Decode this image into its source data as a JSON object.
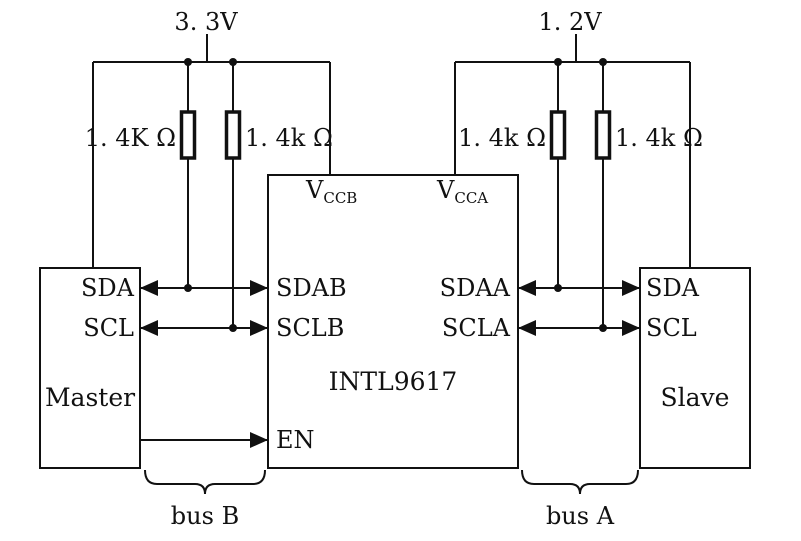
{
  "supplies": {
    "left": "3. 3V",
    "right": "1. 2V"
  },
  "resistors": {
    "left_sda": "1. 4K Ω",
    "left_scl": "1. 4k Ω",
    "right_sda": "1. 4k Ω",
    "right_scl": "1. 4k Ω"
  },
  "master": {
    "label": "Master",
    "pin_sda": "SDA",
    "pin_scl": "SCL"
  },
  "ic": {
    "label": "INTL9617",
    "pin_vccb_main": "V",
    "pin_vccb_sub": "CCB",
    "pin_vcca_main": "V",
    "pin_vcca_sub": "CCA",
    "pin_sdab": "SDAB",
    "pin_sclb": "SCLB",
    "pin_sdaa": "SDAA",
    "pin_scla": "SCLA",
    "pin_en": "EN"
  },
  "slave": {
    "label": "Slave",
    "pin_sda": "SDA",
    "pin_scl": "SCL"
  },
  "buses": {
    "left": "bus B",
    "right": "bus A"
  }
}
